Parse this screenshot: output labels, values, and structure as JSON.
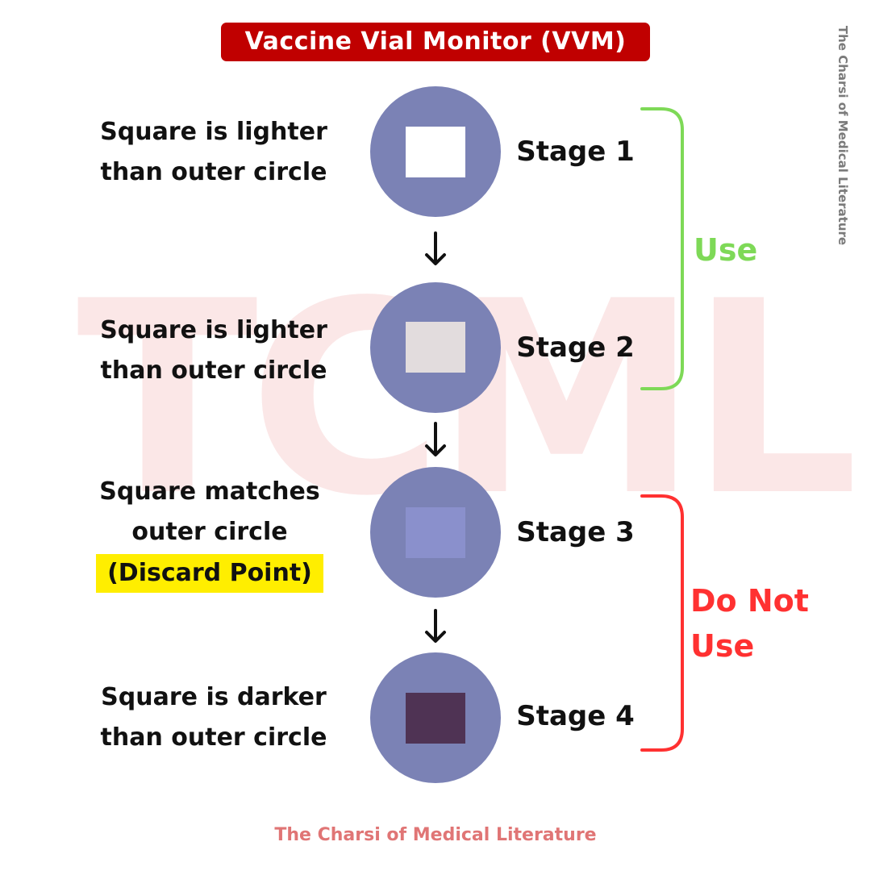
{
  "title": "Vaccine Vial Monitor (VVM)",
  "watermark": "TCML",
  "side_credit": "The Charsi of Medical Literature",
  "footer_credit": "The Charsi of Medical Literature",
  "colors": {
    "title_bg": "#c00000",
    "circle": "#7b82b5",
    "use": "#7ed957",
    "do_not_use": "#ff3131",
    "highlight": "#ffee00",
    "watermark": "#fbe7e7",
    "footer": "#e07575",
    "arrow": "#111111"
  },
  "stages": [
    {
      "label": "Stage 1",
      "description": [
        "Square is lighter",
        "than outer circle"
      ],
      "square_color": "#ffffff"
    },
    {
      "label": "Stage 2",
      "description": [
        "Square is lighter",
        "than outer circle"
      ],
      "square_color": "#e2dcdd"
    },
    {
      "label": "Stage 3",
      "description": [
        "Square matches",
        "outer circle"
      ],
      "highlight": "(Discard Point)",
      "square_color": "#8a90cc"
    },
    {
      "label": "Stage 4",
      "description": [
        "Square is darker",
        "than outer circle"
      ],
      "square_color": "#4f3354"
    }
  ],
  "groups": {
    "use": {
      "lines": [
        "Use"
      ]
    },
    "do_not_use": {
      "lines": [
        "Do Not",
        "Use"
      ]
    }
  }
}
